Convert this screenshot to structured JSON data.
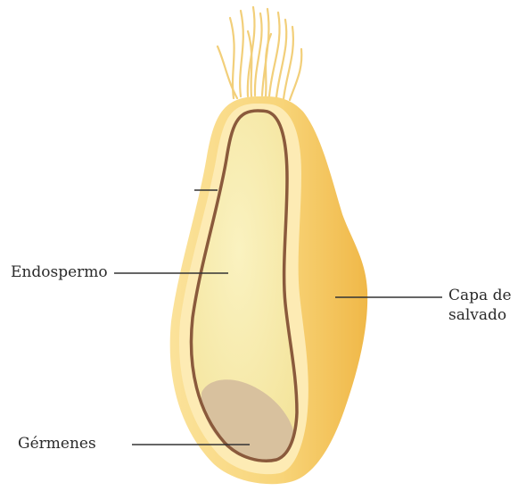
{
  "labels": {
    "endosperm": "Endospermo",
    "germ": "Gérmenes",
    "bran_line1": "Capa de",
    "bran_line2": "salvado"
  },
  "colors": {
    "bran_outer": "#f5c864",
    "bran_light": "#fbe29a",
    "endosperm_fill": "#f8eeb0",
    "inner_outline": "#8a5a3c",
    "germ_fill": "#d6bf9c",
    "hair": "#f2cf7a",
    "leader_line": "#333333"
  }
}
